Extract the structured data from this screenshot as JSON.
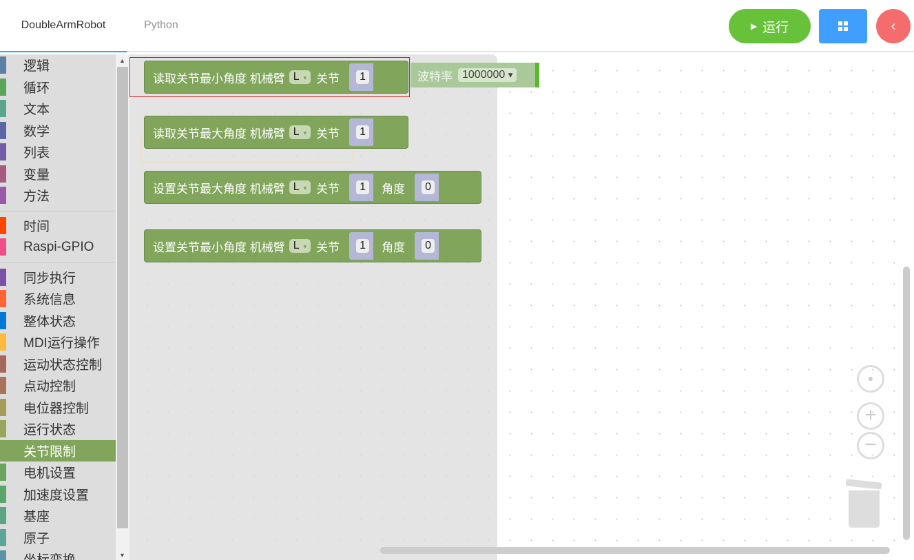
{
  "header": {
    "tabs": [
      "DoubleArmRobot",
      "Python"
    ],
    "run_label": "运行",
    "run_icon": "play-icon",
    "grid_icon": "grid-icon",
    "back_icon": "chevron-left-icon"
  },
  "sidebar": {
    "groups": [
      [
        {
          "label": "逻辑",
          "color": "#5b80a5"
        },
        {
          "label": "循环",
          "color": "#5ba55b"
        },
        {
          "label": "文本",
          "color": "#5ba58c"
        },
        {
          "label": "数学",
          "color": "#5b67a5"
        },
        {
          "label": "列表",
          "color": "#745ba5"
        },
        {
          "label": "变量",
          "color": "#a55b80"
        },
        {
          "label": "方法",
          "color": "#995ba5"
        }
      ],
      [
        {
          "label": "时间",
          "color": "#ff4500"
        },
        {
          "label": "Raspi-GPIO",
          "color": "#f04e88"
        }
      ],
      [
        {
          "label": "同步执行",
          "color": "#7b52a8"
        },
        {
          "label": "系统信息",
          "color": "#ff6633"
        },
        {
          "label": "整体状态",
          "color": "#0078d7"
        },
        {
          "label": "MDI运行操作",
          "color": "#ffb940"
        },
        {
          "label": "运动状态控制",
          "color": "#a5675b"
        },
        {
          "label": "点动控制",
          "color": "#a5745b"
        },
        {
          "label": "电位器控制",
          "color": "#a59b5b"
        },
        {
          "label": "运行状态",
          "color": "#9ba55b"
        },
        {
          "label": "关节限制",
          "color": "#80a55b",
          "selected": true
        },
        {
          "label": "电机设置",
          "color": "#6aa55b"
        },
        {
          "label": "加速度设置",
          "color": "#5ba56a"
        },
        {
          "label": "基座",
          "color": "#5ba580"
        },
        {
          "label": "原子",
          "color": "#5ba59b"
        },
        {
          "label": "坐标变换",
          "color": "#5b95a5"
        }
      ]
    ]
  },
  "blocks": [
    {
      "text": "读取关节最小角度 机械臂",
      "arm": "L",
      "joint_label": "关节",
      "joint": "1"
    },
    {
      "text": "读取关节最大角度 机械臂",
      "arm": "L",
      "joint_label": "关节",
      "joint": "1"
    },
    {
      "text": "设置关节最大角度 机械臂",
      "arm": "L",
      "joint_label": "关节",
      "joint": "1",
      "angle_label": "角度",
      "angle": "0"
    },
    {
      "text": "设置关节最小角度 机械臂",
      "arm": "L",
      "joint_label": "关节",
      "joint": "1",
      "angle_label": "角度",
      "angle": "0"
    }
  ],
  "workspace": {
    "baud_label": "波特率",
    "baud_value": "1000000"
  }
}
